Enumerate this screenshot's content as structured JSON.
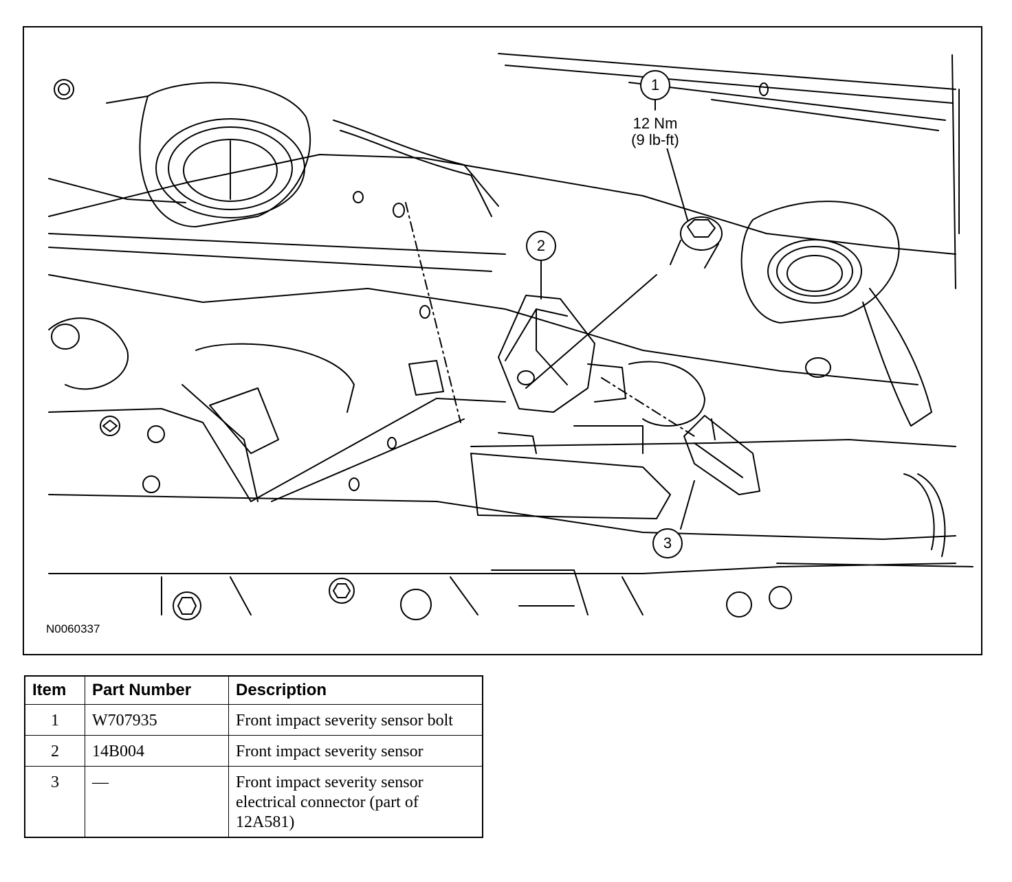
{
  "figure": {
    "id": "N0060337",
    "callouts": [
      {
        "number": "1",
        "torque": "12 Nm",
        "torque_alt": "(9 lb-ft)"
      },
      {
        "number": "2"
      },
      {
        "number": "3"
      }
    ]
  },
  "table": {
    "headers": [
      "Item",
      "Part Number",
      "Description"
    ],
    "rows": [
      {
        "item": "1",
        "part_number": "W707935",
        "description": "Front impact severity sensor bolt"
      },
      {
        "item": "2",
        "part_number": "14B004",
        "description": "Front impact severity sensor"
      },
      {
        "item": "3",
        "part_number": "—",
        "description": "Front impact severity sensor electrical connector (part of 12A581)"
      }
    ]
  }
}
